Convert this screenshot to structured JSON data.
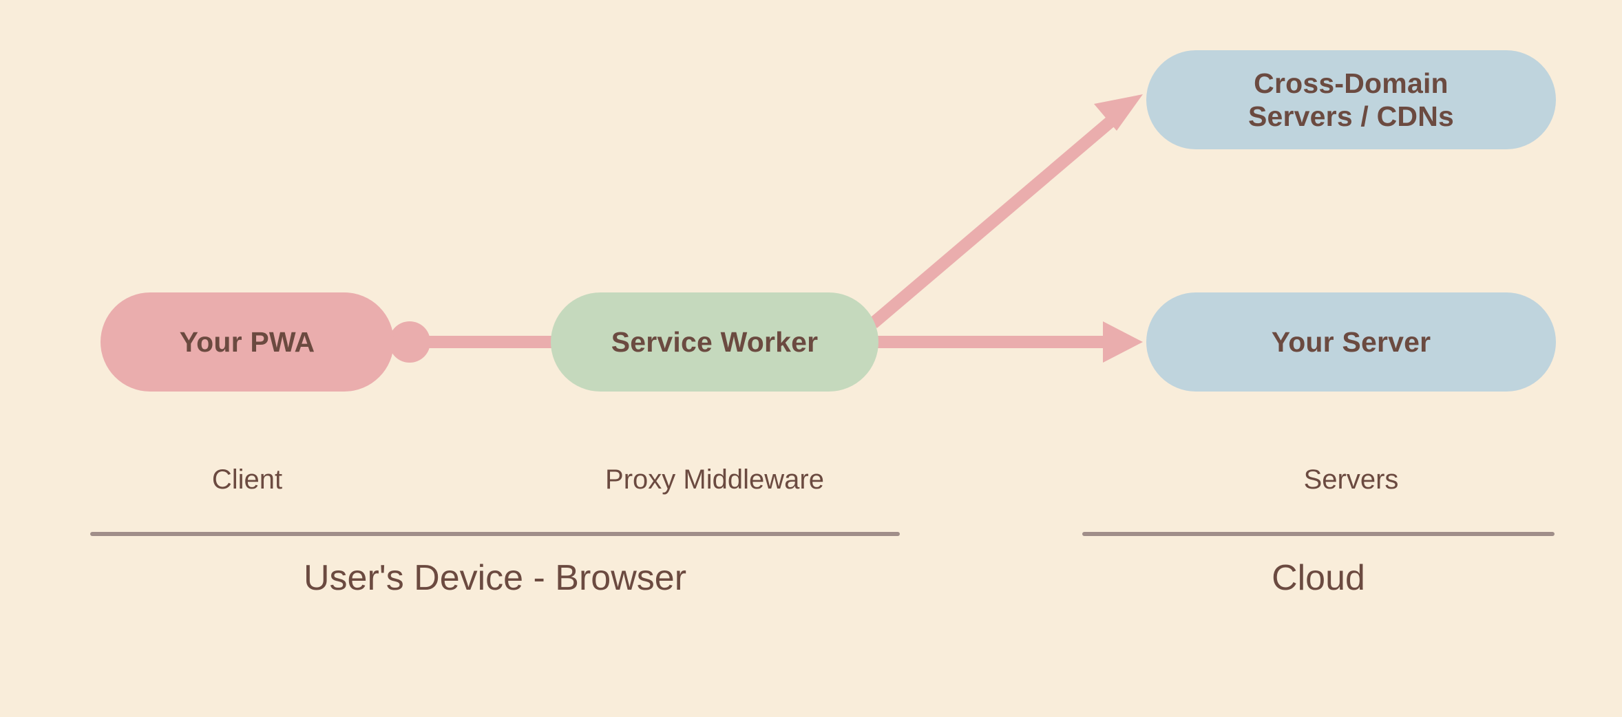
{
  "diagram": {
    "background_color": "#f9edda",
    "text_color": "#6b4a40",
    "accent_pink": "#eaadad",
    "accent_green": "#c5d9bd",
    "accent_blue": "#bfd4dd",
    "rule_color": "#a08e89"
  },
  "nodes": {
    "pwa": {
      "label": "Your PWA",
      "fill": "#eaadad"
    },
    "service_worker": {
      "label": "Service Worker",
      "fill": "#c5d9bd"
    },
    "cross_domain": {
      "label_line1": "Cross-Domain",
      "label_line2": "Servers / CDNs",
      "fill": "#bfd4dd"
    },
    "your_server": {
      "label": "Your Server",
      "fill": "#bfd4dd"
    }
  },
  "connectors": [
    {
      "name": "pwa-to-service-worker",
      "from": "Your PWA",
      "to": "Service Worker",
      "start_marker": "dot",
      "end_marker": "none",
      "color": "#eaadad"
    },
    {
      "name": "service-worker-to-cross-domain",
      "from": "Service Worker",
      "to": "Cross-Domain Servers / CDNs",
      "start_marker": "none",
      "end_marker": "arrow",
      "color": "#eaadad"
    },
    {
      "name": "service-worker-to-your-server",
      "from": "Service Worker",
      "to": "Your Server",
      "start_marker": "none",
      "end_marker": "arrow",
      "color": "#eaadad"
    }
  ],
  "zones": {
    "client": {
      "label": "Client"
    },
    "proxy": {
      "label": "Proxy Middleware"
    },
    "servers": {
      "label": "Servers"
    },
    "browser_caption": "User's Device - Browser",
    "cloud_caption": "Cloud"
  }
}
